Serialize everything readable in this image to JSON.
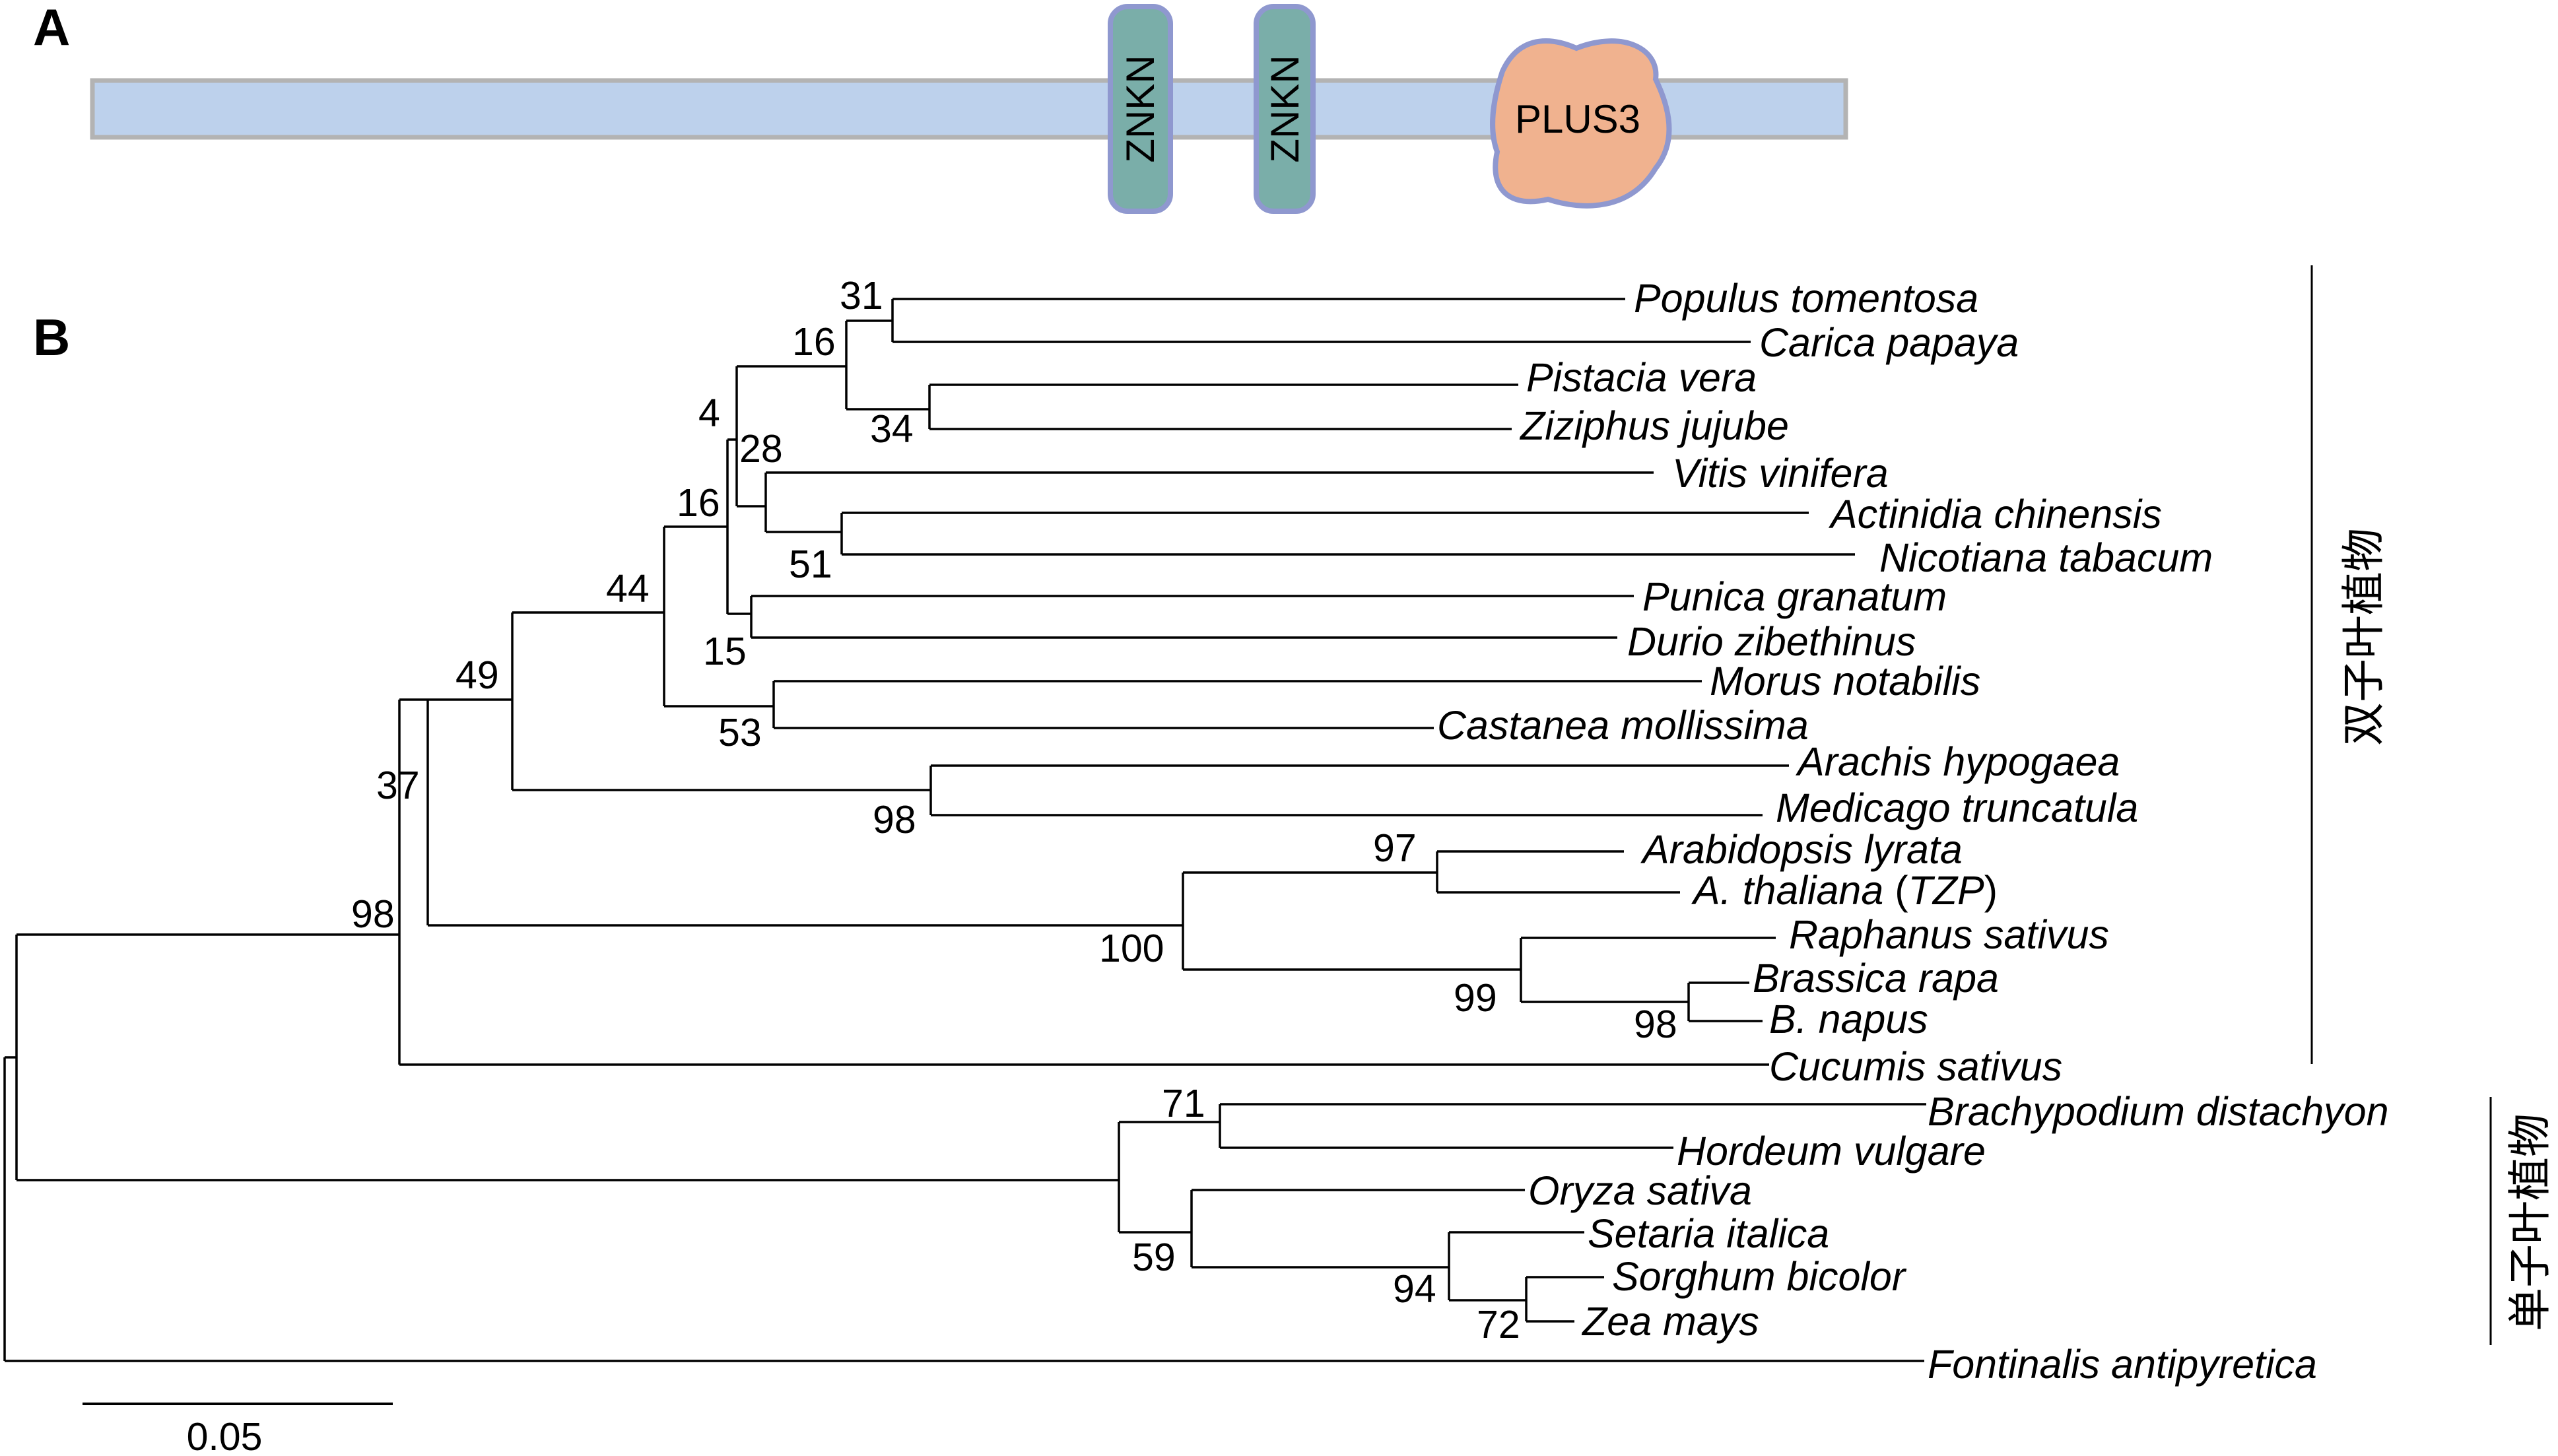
{
  "panels": {
    "a": "A",
    "b": "B"
  },
  "domains": [
    {
      "label": "ZNKN",
      "color": "#7aaea9"
    },
    {
      "label": "ZNKN",
      "color": "#7aaea9"
    },
    {
      "label": "PLUS3",
      "color": "#f0b28f"
    }
  ],
  "colors": {
    "protein_bar": "#bdd1ec",
    "protein_bar_border": "#b3b3b3",
    "domain_border": "#8f98cf"
  },
  "taxa": [
    {
      "name": "Populus tomentosa"
    },
    {
      "name": "Carica papaya"
    },
    {
      "name": "Pistacia vera"
    },
    {
      "name": "Ziziphus jujube"
    },
    {
      "name": "Vitis vinifera"
    },
    {
      "name": "Actinidia chinensis"
    },
    {
      "name": "Nicotiana tabacum"
    },
    {
      "name": "Punica granatum"
    },
    {
      "name": "Durio zibethinus"
    },
    {
      "name": "Morus notabilis"
    },
    {
      "name": "Castanea mollissima"
    },
    {
      "name": "Arachis hypogaea"
    },
    {
      "name": "Medicago truncatula"
    },
    {
      "name": "Arabidopsis lyrata"
    },
    {
      "name": "A. thaliana",
      "paren_open": " (",
      "gene": "TZP",
      "paren_close": ")"
    },
    {
      "name": "Raphanus sativus"
    },
    {
      "name": "Brassica rapa"
    },
    {
      "name": "B. napus"
    },
    {
      "name": "Cucumis sativus"
    },
    {
      "name": "Brachypodium distachyon"
    },
    {
      "name": "Hordeum vulgare"
    },
    {
      "name": "Oryza sativa"
    },
    {
      "name": "Setaria italica"
    },
    {
      "name": "Sorghum bicolor"
    },
    {
      "name": "Zea mays"
    },
    {
      "name": "Fontinalis antipyretica"
    }
  ],
  "bootstrap": [
    "31",
    "16",
    "34",
    "4",
    "28",
    "16",
    "51",
    "15",
    "44",
    "53",
    "49",
    "98",
    "37",
    "97",
    "100",
    "99",
    "98",
    "98",
    "71",
    "59",
    "94",
    "72"
  ],
  "groups": {
    "dicots": "双子叶植物",
    "monocots": "单子叶植物"
  },
  "scale": {
    "label": "0.05"
  }
}
